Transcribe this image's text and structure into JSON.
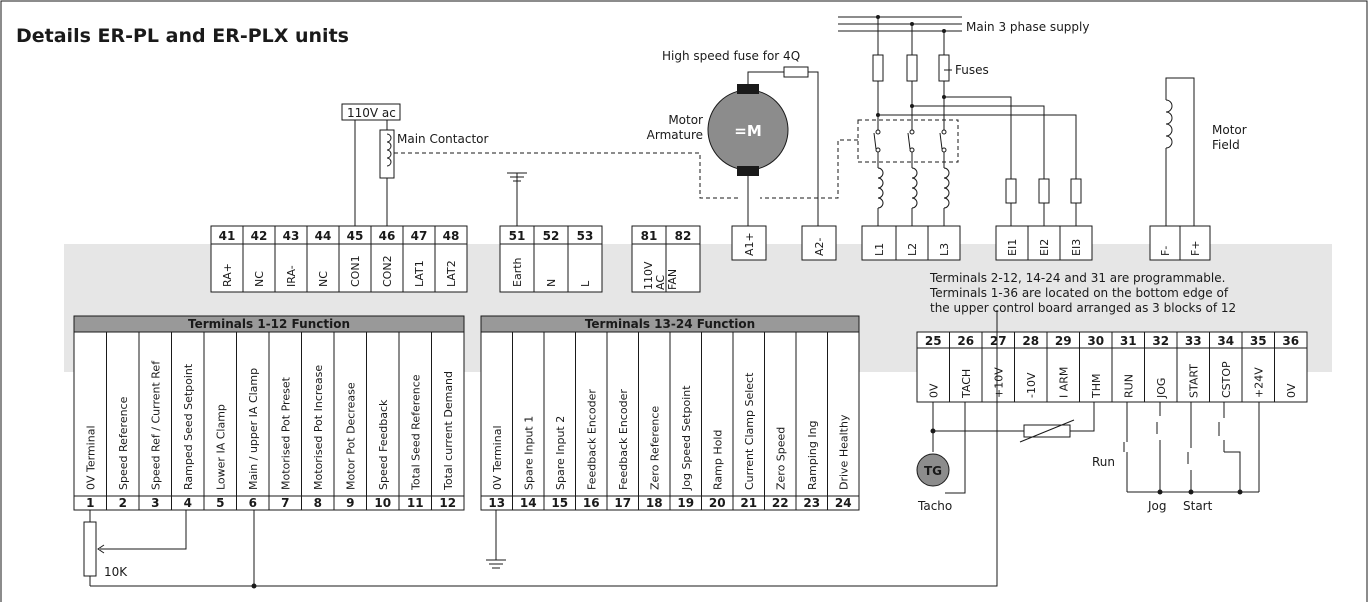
{
  "title": "Details ER-PL and ER-PLX units",
  "labels": {
    "supply": "Main 3 phase supply",
    "hs_fuse": "High speed fuse for 4Q",
    "fuses": "Fuses",
    "motor_armature_1": "Motor",
    "motor_armature_2": "Armature",
    "motor_symbol": "=M",
    "motor_field_1": "Motor",
    "motor_field_2": "Field",
    "ac110": "110V ac",
    "main_contactor": "Main Contactor",
    "tacho_symbol": "TG",
    "tacho": "Tacho",
    "pot": "10K",
    "run": "Run",
    "jog": "Jog",
    "start": "Start",
    "note_1": "Terminals 2-12, 14-24 and 31 are programmable.",
    "note_2": "Terminals 1-36 are located on  the bottom edge of",
    "note_3": "the upper control board arranged as 3 blocks of 12"
  },
  "power_blocks": [
    {
      "name": "relay-terminals",
      "terms": [
        [
          "41",
          "RA+"
        ],
        [
          "42",
          "NC"
        ],
        [
          "43",
          "IRA-"
        ],
        [
          "44",
          "NC"
        ],
        [
          "45",
          "CON1"
        ],
        [
          "46",
          "CON2"
        ],
        [
          "47",
          "LAT1"
        ],
        [
          "48",
          "LAT2"
        ]
      ]
    },
    {
      "name": "supply-terminals",
      "terms": [
        [
          "51",
          "Earth"
        ],
        [
          "52",
          "N"
        ],
        [
          "53",
          "L"
        ]
      ]
    },
    {
      "name": "fan-terminals",
      "terms": [
        [
          "81",
          "110V"
        ],
        [
          "82",
          "AC"
        ]
      ],
      "fan_label": [
        "110V",
        "AC",
        "FAN"
      ]
    }
  ],
  "power_single": [
    "A1+",
    "A2-",
    "L1",
    "L2",
    "L3",
    "EI1",
    "EI2",
    "EI3",
    "F-",
    "F+"
  ],
  "block1": {
    "header": "Terminals 1-12 Function",
    "functions": [
      "0V Terminal",
      "Speed Reference",
      "Speed Ref / Current Ref",
      "Ramped Seed Setpoint",
      "Lower IA Clamp",
      "Main / upper IA Clamp",
      "Motorised Pot Preset",
      "Motorised Pot Increase",
      "Motor Pot Decrease",
      "Speed Feedback",
      "Total Seed Reference",
      "Total current Demand"
    ],
    "numbers": [
      "1",
      "2",
      "3",
      "4",
      "5",
      "6",
      "7",
      "8",
      "9",
      "10",
      "11",
      "12"
    ]
  },
  "block2": {
    "header": "Terminals 13-24 Function",
    "functions": [
      "0V Terminal",
      "Spare Input 1",
      "Spare Input 2",
      "Feedback Encoder",
      "Feedback Encoder",
      "Zero Reference",
      "Jog Speed Setpoint",
      "Ramp Hold",
      "Current Clamp Select",
      "Zero Speed",
      "Ramping Ing",
      "Drive Healthy"
    ],
    "numbers": [
      "13",
      "14",
      "15",
      "16",
      "17",
      "18",
      "19",
      "20",
      "21",
      "22",
      "23",
      "24"
    ]
  },
  "block3": {
    "numbers": [
      "25",
      "26",
      "27",
      "28",
      "29",
      "30",
      "31",
      "32",
      "33",
      "34",
      "35",
      "36"
    ],
    "functions": [
      "0V",
      "TACH",
      "+10V",
      "-10V",
      "I ARM",
      "THM",
      "RUN",
      "JOG",
      "START",
      "CSTOP",
      "+24V",
      "0V"
    ]
  },
  "colors": {
    "band": "#e6e6e6",
    "header_fill": "#999999",
    "line": "#1a1a1a",
    "motor_fill": "#8c8c8c"
  }
}
